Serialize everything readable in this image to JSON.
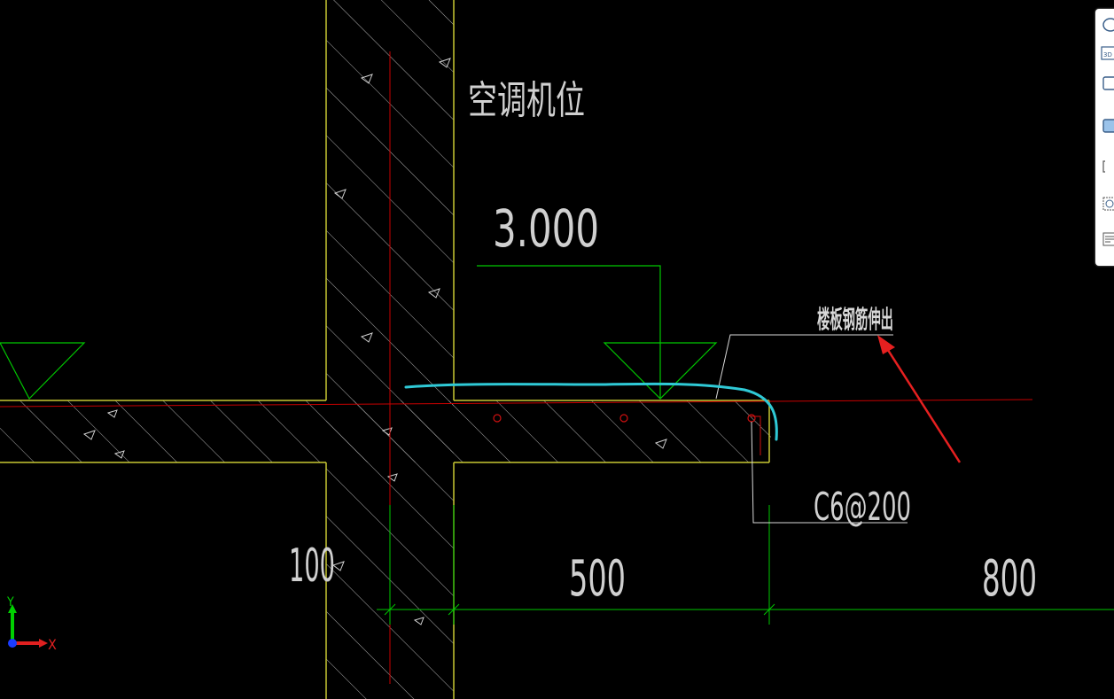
{
  "drawing": {
    "title_label": "空调机位",
    "elevation_label": "3.000",
    "annotation_label": "楼板钢筋伸出",
    "rebar_label": "C6@200",
    "dim_100": "100",
    "dim_500": "500",
    "dim_800": "800"
  },
  "ucs": {
    "x_label": "X",
    "y_label": "Y"
  },
  "toolbar": {
    "icons": [
      "orbit-icon",
      "3d-view-icon",
      "view-cube-icon",
      "shaded-box-icon",
      "frame-icon",
      "wireframe-icon",
      "properties-icon"
    ]
  },
  "colors": {
    "background": "#000000",
    "wall": "#c8c832",
    "dimension": "#00c800",
    "axis": "#c80000",
    "hatch": "#b4b4b4",
    "markup": "#2fc9d6",
    "arrow": "#e62020"
  }
}
